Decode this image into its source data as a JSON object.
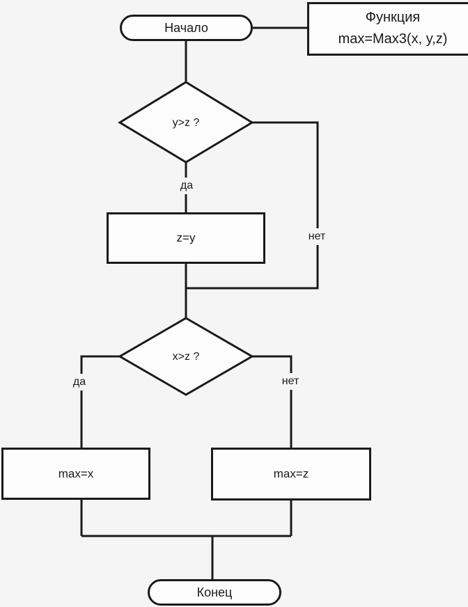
{
  "colors": {
    "background": "#f5f5f5",
    "line": "#1a1a1a",
    "node_fill": "#fdfdfd"
  },
  "flowchart": {
    "start": {
      "label": "Начало"
    },
    "function_note": {
      "line1": "Функция",
      "line2": "max=Max3(x, y,z)"
    },
    "decision1": {
      "label": "y>z ?",
      "yes_label": "да",
      "no_label": "нет"
    },
    "process1": {
      "label": "z=y"
    },
    "decision2": {
      "label": "x>z ?",
      "yes_label": "да",
      "no_label": "нет"
    },
    "process_left": {
      "label": "max=x"
    },
    "process_right": {
      "label": "max=z"
    },
    "end": {
      "label": "Конец"
    }
  }
}
